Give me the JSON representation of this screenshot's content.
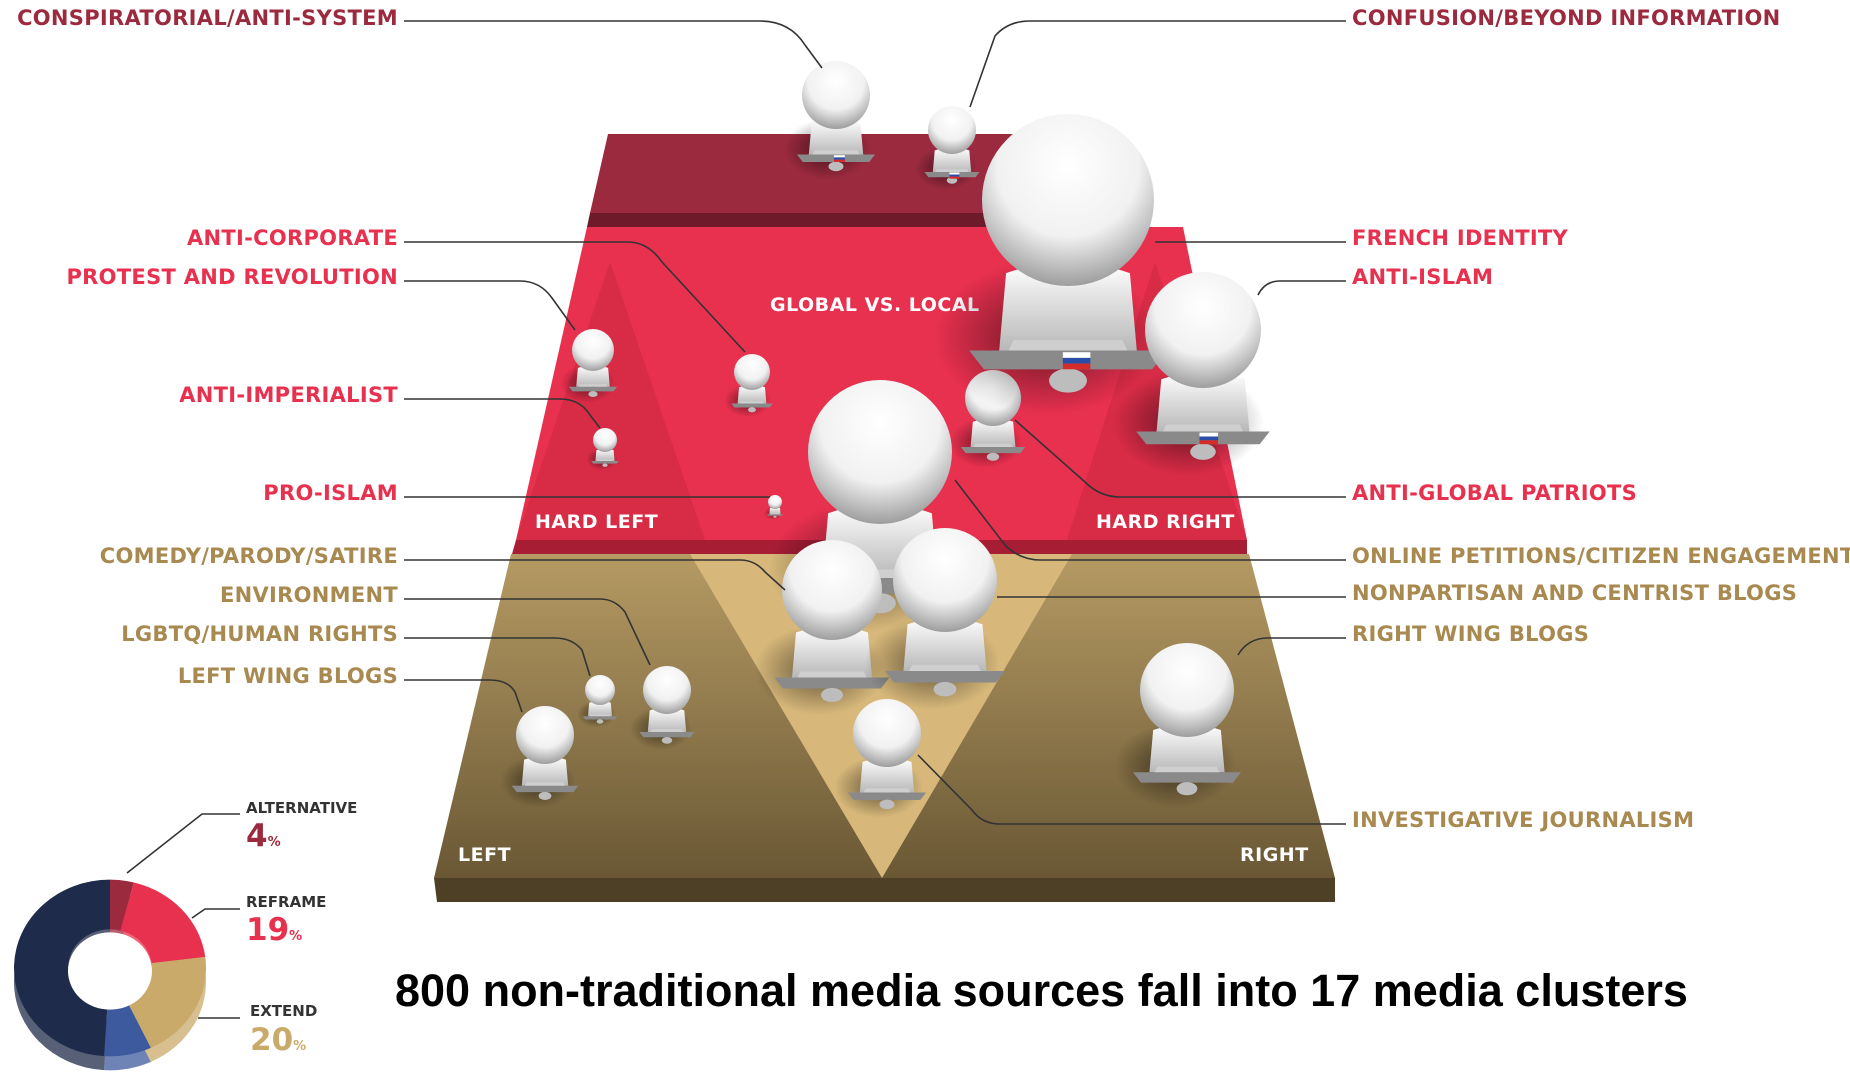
{
  "colors": {
    "alternative": "#9c2a3f",
    "reframe": "#e8304f",
    "extend": "#c9aa6a",
    "extend_dark": "#6b5a38",
    "donut_navy": "#1f2b4a",
    "donut_blue": "#3d5a9e",
    "leader": "#333333"
  },
  "layers": [
    {
      "id": "alternative",
      "label": "",
      "color": "#9c2a3f"
    },
    {
      "id": "reframe",
      "label": "GLOBAL VS. LOCAL",
      "color": "#e8304f"
    },
    {
      "id": "extend",
      "label": "",
      "color": "#c9aa6a"
    }
  ],
  "zones": {
    "hard_left": "HARD LEFT",
    "hard_right": "HARD RIGHT",
    "left": "LEFT",
    "right": "RIGHT",
    "center_top": "GLOBAL VS. LOCAL"
  },
  "clusters_left": [
    {
      "label": "CONSPIRATORIAL/ANTI-SYSTEM",
      "layer": "alternative"
    },
    {
      "label": "ANTI-CORPORATE",
      "layer": "reframe"
    },
    {
      "label": "PROTEST AND REVOLUTION",
      "layer": "reframe"
    },
    {
      "label": "ANTI-IMPERIALIST",
      "layer": "reframe"
    },
    {
      "label": "PRO-ISLAM",
      "layer": "reframe"
    },
    {
      "label": "COMEDY/PARODY/SATIRE",
      "layer": "extend"
    },
    {
      "label": "ENVIRONMENT",
      "layer": "extend"
    },
    {
      "label": "LGBTQ/HUMAN RIGHTS",
      "layer": "extend"
    },
    {
      "label": "LEFT WING BLOGS",
      "layer": "extend"
    }
  ],
  "clusters_right": [
    {
      "label": "CONFUSION/BEYOND INFORMATION",
      "layer": "alternative"
    },
    {
      "label": "FRENCH IDENTITY",
      "layer": "reframe"
    },
    {
      "label": "ANTI-ISLAM",
      "layer": "reframe"
    },
    {
      "label": "ANTI-GLOBAL PATRIOTS",
      "layer": "reframe"
    },
    {
      "label": "ONLINE PETITIONS/CITIZEN ENGAGEMENT",
      "layer": "extend"
    },
    {
      "label": "NONPARTISAN AND CENTRIST BLOGS",
      "layer": "extend"
    },
    {
      "label": "RIGHT WING BLOGS",
      "layer": "extend"
    },
    {
      "label": "INVESTIGATIVE JOURNALISM",
      "layer": "extend"
    }
  ],
  "breakdown": [
    {
      "label": "ALTERNATIVE",
      "value": "4",
      "unit": "%",
      "color": "#9c2a3f"
    },
    {
      "label": "REFRAME",
      "value": "19",
      "unit": "%",
      "color": "#e8304f"
    },
    {
      "label": "EXTEND",
      "value": "20",
      "unit": "%",
      "color": "#c9aa6a"
    }
  ],
  "caption": "800 non-traditional media sources fall into 17 media clusters"
}
